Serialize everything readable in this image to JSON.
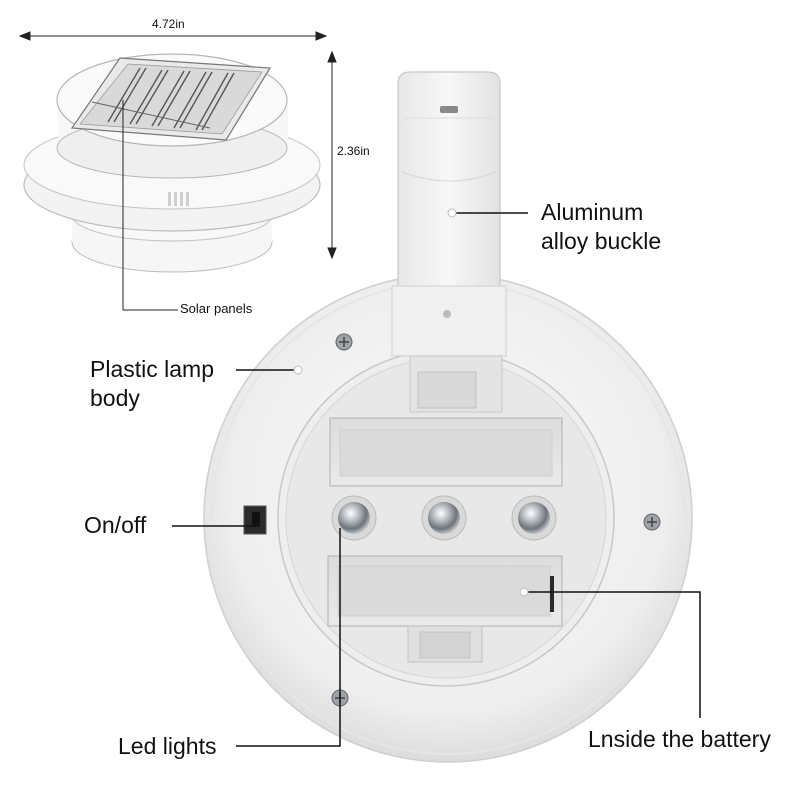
{
  "dimensions": {
    "width_label": "4.72in",
    "height_label": "2.36in"
  },
  "callouts": {
    "solar_panels": "Solar panels",
    "aluminum_buckle_line1": "Aluminum",
    "aluminum_buckle_line2": "alloy buckle",
    "plastic_body_line1": "Plastic lamp",
    "plastic_body_line2": "body",
    "on_off": "On/off",
    "led_lights": "Led lights",
    "inside_battery": "Lnside the battery"
  },
  "colors": {
    "lamp_body": "#f2f2f2",
    "inner_tray": "#e2e2e2",
    "annotation_line": "#111111",
    "led_lens": "#c8ccd0"
  }
}
